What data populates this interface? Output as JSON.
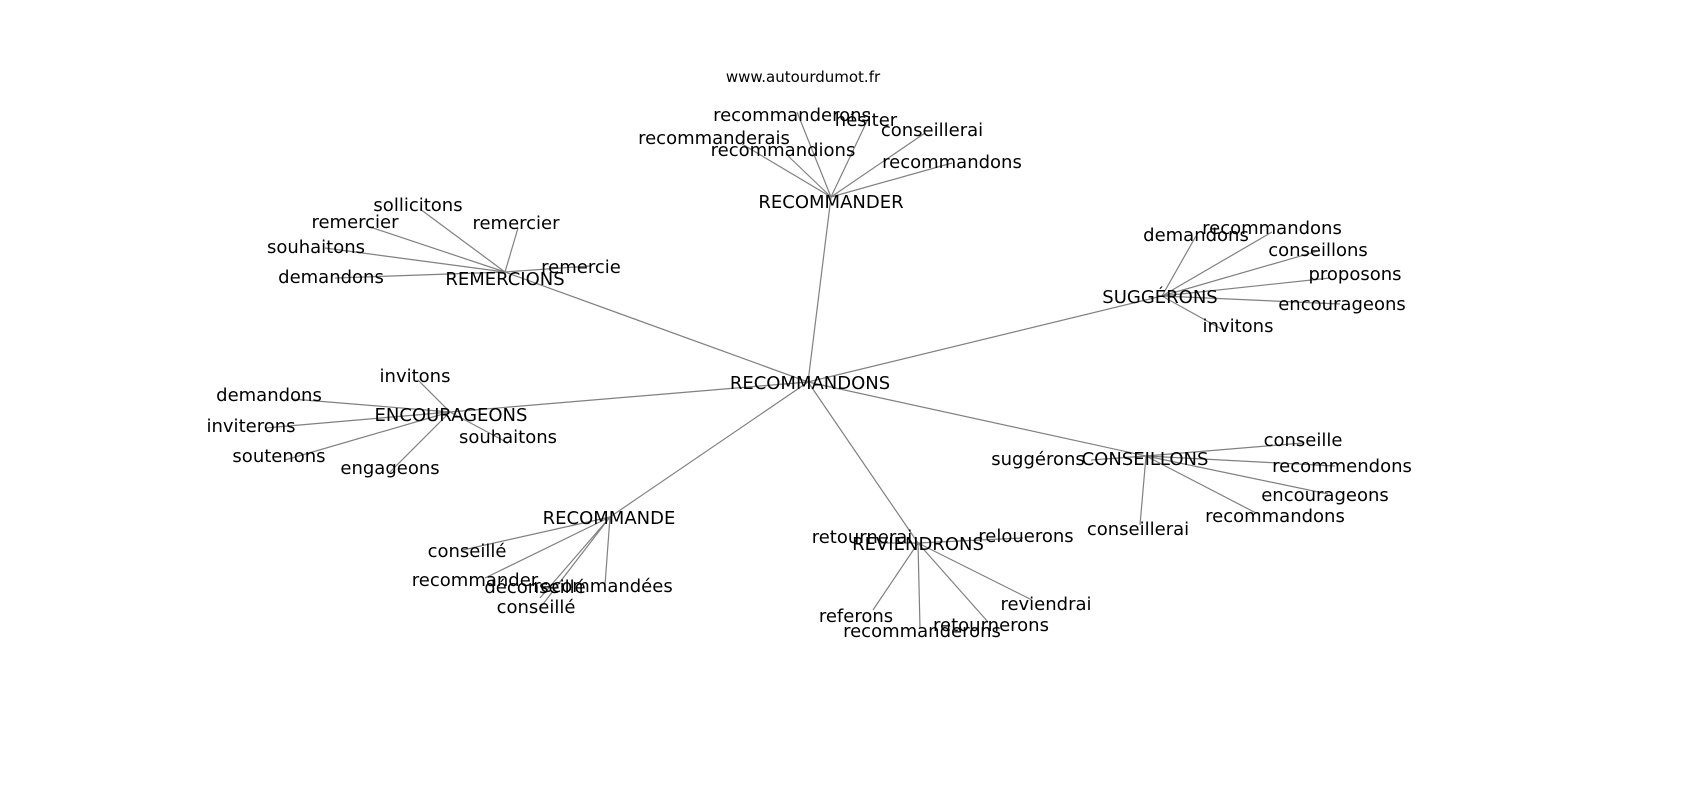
{
  "site": "www.autourdumot.fr",
  "center": "RECOMMANDONS",
  "clusters": [
    {
      "hub": "RECOMMANDER",
      "leaves": [
        "recommanderons",
        "hésiter",
        "conseillerai",
        "recommanderais",
        "recommandions",
        "recommandons"
      ]
    },
    {
      "hub": "REMERCIONS",
      "leaves": [
        "sollicitons",
        "remercier",
        "remercier",
        "souhaitons",
        "demandons",
        "remercie"
      ]
    },
    {
      "hub": "SUGGÉRONS",
      "leaves": [
        "demandons",
        "recommandons",
        "conseillons",
        "proposons",
        "encourageons",
        "invitons"
      ]
    },
    {
      "hub": "ENCOURAGEONS",
      "leaves": [
        "invitons",
        "demandons",
        "inviterons",
        "soutenons",
        "souhaitons",
        "engageons"
      ]
    },
    {
      "hub": "CONSEILLONS",
      "leaves": [
        "conseille",
        "suggérons",
        "recommendons",
        "encourageons",
        "recommandons",
        "conseillerai"
      ]
    },
    {
      "hub": "RECOMMANDE",
      "leaves": [
        "conseillé",
        "recommander",
        "déconseillé",
        "recommandées",
        "conseillé"
      ]
    },
    {
      "hub": "REVIENDRONS",
      "leaves": [
        "retournerai",
        "relouerons",
        "reviendrai",
        "referons",
        "recommanderons",
        "retournerons"
      ]
    }
  ]
}
